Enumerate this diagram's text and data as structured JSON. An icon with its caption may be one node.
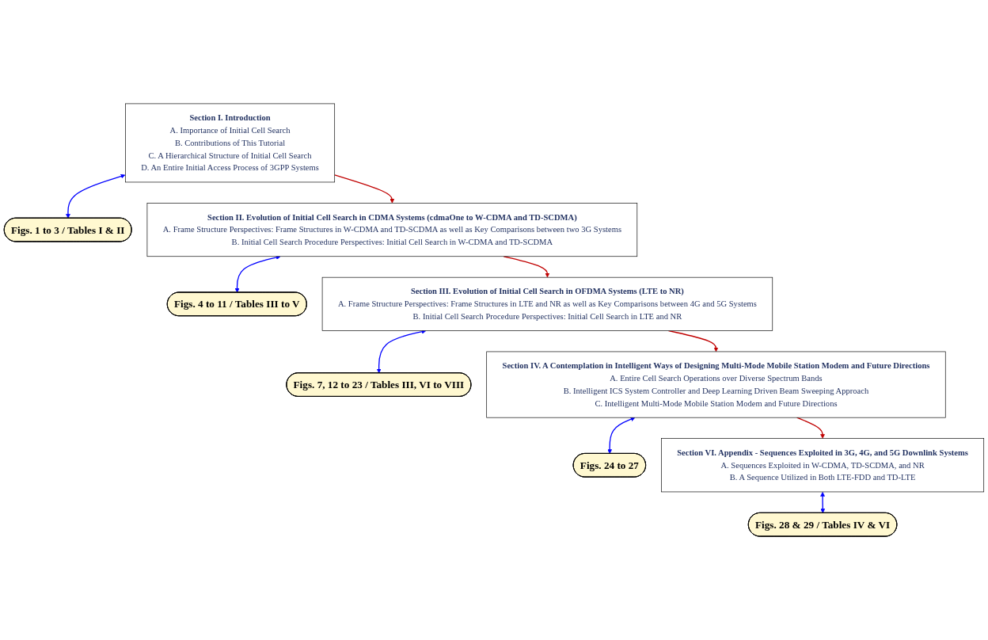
{
  "diagram": {
    "nodes": [
      {
        "text": [
          "Section I. Introduction",
          "A. Importance of Initial Cell Search",
          "B. Contributions of This Tutorial",
          "C. A Hierarchical Structure of Initial Cell Search",
          "D. An Entire Initial Access Process of 3GPP Systems"
        ]
      },
      {
        "text": [
          "Figs. 1 to 3 / Tables I & II"
        ]
      },
      {
        "text": [
          "Figs. 4 to 11 / Tables III to V"
        ]
      },
      {
        "text": [
          "Section II. Evolution of Initial Cell Search in CDMA Systems (cdmaOne to W-CDMA and TD-SCDMA)",
          "A. Frame Structure Perspectives: Frame Structures in W-CDMA and TD-SCDMA as well as Key Comparisons between two 3G Systems",
          "B. Initial Cell Search Procedure Perspectives: Initial Cell Search in W-CDMA and TD-SCDMA"
        ]
      },
      {
        "text": [
          "Section III. Evolution of Initial Cell Search in OFDMA Systems (LTE to NR)",
          "A. Frame Structure Perspectives: Frame Structures in LTE and NR as well as Key Comparisons between 4G and 5G Systems",
          "B. Initial Cell Search Procedure Perspectives: Initial Cell Search in LTE and NR"
        ]
      },
      {
        "text": [
          "Figs. 7, 12 to 23 / Tables III, VI to VIII"
        ]
      },
      {
        "text": [
          "Section IV. A Contemplation in Intelligent Ways of Designing Multi-Mode Mobile Station Modem and Future Directions",
          "A. Entire Cell Search Operations over Diverse Spectrum Bands",
          "B. Intelligent ICS System Controller and Deep Learning Driven Beam Sweeping Approach",
          "C. Intelligent Multi-Mode Mobile Station Modem and Future Directions"
        ]
      },
      {
        "text": [
          "Figs. 24 to 27"
        ]
      },
      {
        "text": [
          "Section VI. Appendix - Sequences Exploited in 3G, 4G, and 5G Downlink Systems",
          "A. Sequences Exploited in W-CDMA, TD-SCDMA, and NR",
          "B. A Sequence Utilized in Both LTE-FDD and TD-LTE"
        ]
      },
      {
        "text": [
          "Figs. 28 & 29 / Tables IV & VI"
        ]
      }
    ],
    "edges": [
      {
        "from": 0,
        "to": 3,
        "arrow": "to",
        "color": "#c00000"
      },
      {
        "from": 0,
        "to": 1,
        "arrow": "both"
      },
      {
        "from": 3,
        "to": 2,
        "arrow": "both"
      },
      {
        "from": 3,
        "to": 4,
        "arrow": "to",
        "color": "#c00000"
      },
      {
        "from": 4,
        "to": 5,
        "arrow": "both"
      },
      {
        "from": 4,
        "to": 6,
        "arrow": "to",
        "color": "#c00000"
      },
      {
        "from": 6,
        "to": 7,
        "arrow": "both"
      },
      {
        "from": 6,
        "to": 8,
        "arrow": "to",
        "color": "#c00000"
      },
      {
        "from": 8,
        "to": 9,
        "arrow": "both"
      }
    ]
  }
}
